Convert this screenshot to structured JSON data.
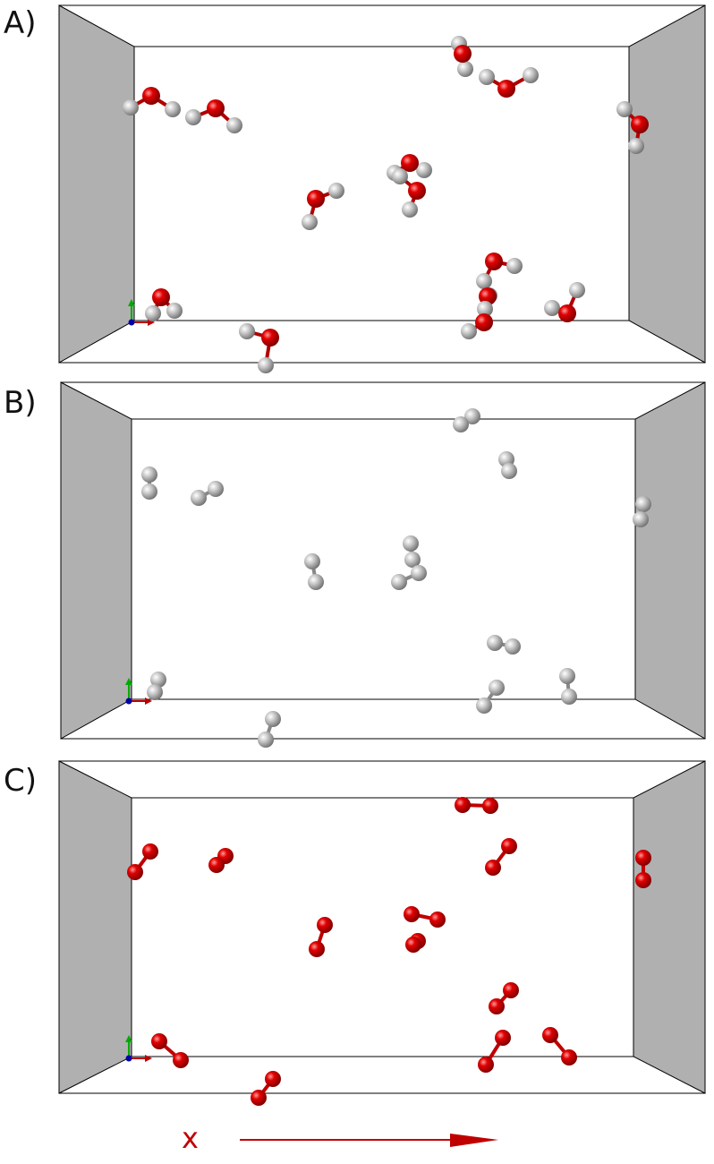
{
  "panels": [
    {
      "id": "A",
      "label": "A)",
      "atoms": "water"
    },
    {
      "id": "B",
      "label": "B)",
      "atoms": "hydrogen"
    },
    {
      "id": "C",
      "label": "C)",
      "atoms": "oxygen"
    }
  ],
  "axis": {
    "x_label": "x"
  },
  "colors": {
    "oxygen": "#e00000",
    "hydrogen": "#c8c8c8",
    "wall": "#b0b0b0",
    "axis_x": "#c00000",
    "axis_y": "#00aa00",
    "axis_z": "#0000aa"
  }
}
